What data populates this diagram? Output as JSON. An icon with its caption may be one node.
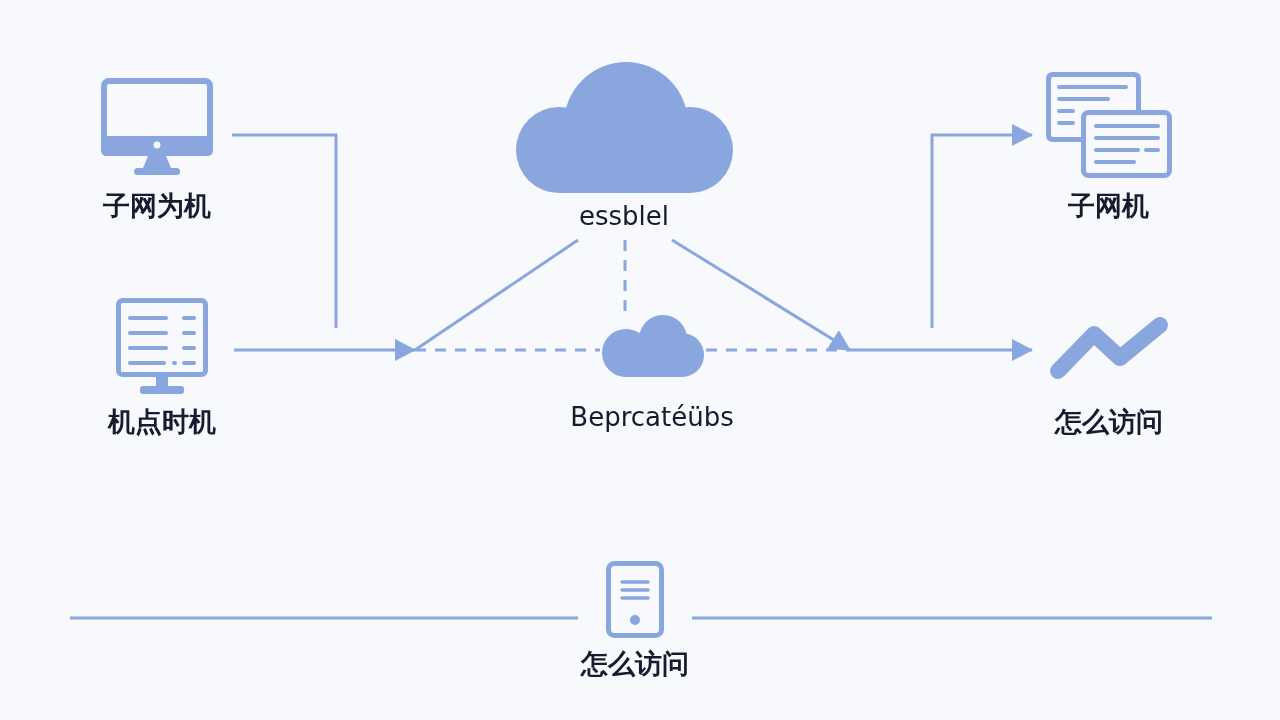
{
  "diagram": {
    "nodes": [
      {
        "text": [
          "子网为机"
        ]
      },
      {
        "text": [
          "essblel"
        ]
      },
      {
        "text": [
          "子网机"
        ]
      },
      {
        "text": [
          "机点时机"
        ]
      },
      {
        "text": [],
        "shape": "cloud",
        "beside": [
          "Beprcatéübs"
        ]
      },
      {
        "text": [
          "怎么访问"
        ]
      },
      {
        "text": [
          "怎么访问"
        ]
      }
    ],
    "edges": [
      {
        "from": 0,
        "to": null,
        "arrow": "none"
      },
      {
        "from": 3,
        "to": null,
        "arrow": "to"
      },
      {
        "from": 1,
        "to": null,
        "arrow": "none"
      },
      {
        "from": null,
        "to": 4,
        "arrow": "none",
        "style": "dashed"
      },
      {
        "from": 1,
        "to": 4,
        "arrow": "none",
        "style": "dashed"
      },
      {
        "from": 4,
        "to": null,
        "arrow": "none",
        "style": "dashed"
      },
      {
        "from": 1,
        "to": null,
        "arrow": "to"
      },
      {
        "from": null,
        "to": 5,
        "arrow": "to"
      },
      {
        "from": null,
        "to": 2,
        "arrow": "to"
      },
      {
        "from": null,
        "to": 6,
        "arrow": "none"
      },
      {
        "from": 6,
        "to": null,
        "arrow": "none"
      }
    ]
  }
}
